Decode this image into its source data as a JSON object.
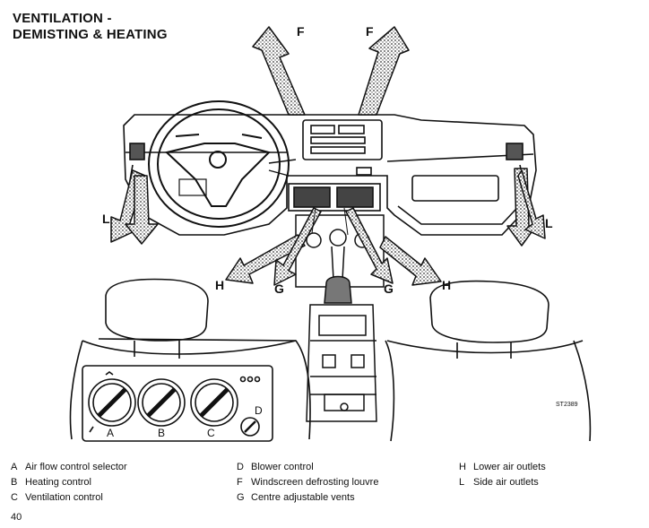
{
  "title": {
    "line1": "VENTILATION -",
    "line2": "DEMISTING & HEATING"
  },
  "figure": {
    "callouts": {
      "F": "F",
      "L": "L",
      "H": "H",
      "G": "G"
    },
    "control_labels": {
      "A": "A",
      "B": "B",
      "C": "C",
      "D": "D"
    },
    "code": "ST2389"
  },
  "legend": [
    {
      "key": "A",
      "text": "Air flow control selector"
    },
    {
      "key": "B",
      "text": "Heating control"
    },
    {
      "key": "C",
      "text": "Ventilation control"
    },
    {
      "key": "D",
      "text": "Blower control"
    },
    {
      "key": "F",
      "text": "Windscreen defrosting louvre"
    },
    {
      "key": "G",
      "text": "Centre adjustable vents"
    },
    {
      "key": "H",
      "text": "Lower air outlets"
    },
    {
      "key": "L",
      "text": "Side air outlets"
    }
  ],
  "page_number": "40"
}
